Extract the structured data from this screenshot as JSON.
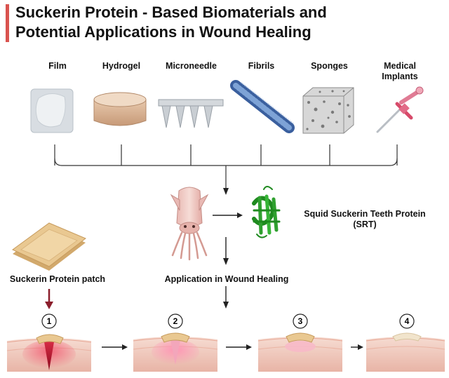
{
  "title_line1": "Suckerin Protein - Based Biomaterials and",
  "title_line2": "Potential Applications in Wound Healing",
  "materials": [
    {
      "label": "Film",
      "icon": "film-icon"
    },
    {
      "label": "Hydrogel",
      "icon": "hydrogel-icon"
    },
    {
      "label": "Microneedle",
      "icon": "microneedle-icon"
    },
    {
      "label": "Fibrils",
      "icon": "fibrils-icon"
    },
    {
      "label": "Sponges",
      "icon": "sponge-icon"
    },
    {
      "label": "Medical Implants",
      "icon": "implant-icon"
    }
  ],
  "protein_label_line1": "Squid Suckerin Teeth Protein",
  "protein_label_line2": "(SRT)",
  "patch_label": "Suckerin Protein patch",
  "application_label": "Application in Wound Healing",
  "steps": [
    "1",
    "2",
    "3",
    "4"
  ],
  "colors": {
    "accent": "#d9534f",
    "skin": "#f3d2c8",
    "patch": "#e9c891",
    "protein": "#2fa02f"
  }
}
